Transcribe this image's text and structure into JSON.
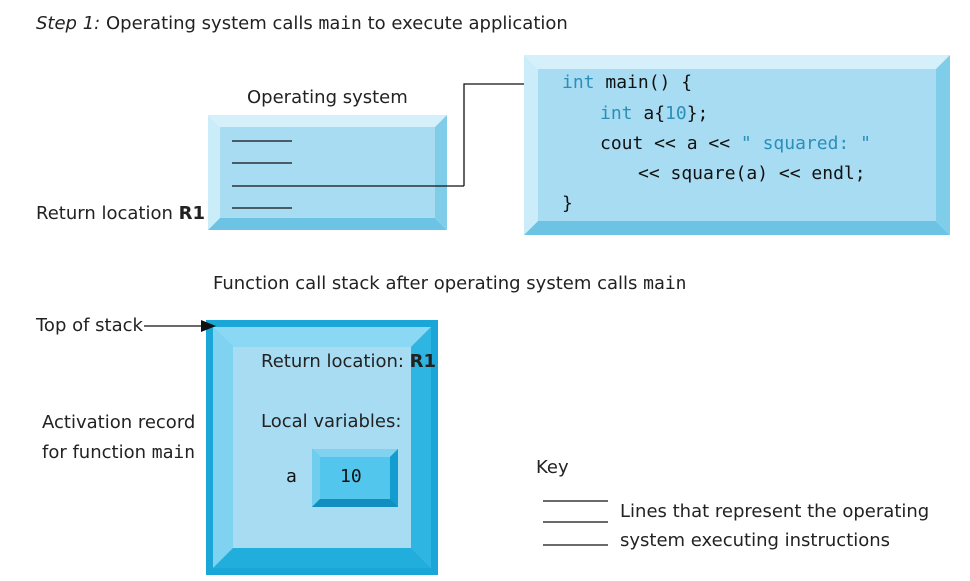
{
  "step": {
    "prefix": "Step 1:",
    "text_before": "Operating system calls",
    "code": "main",
    "text_after": "to execute application"
  },
  "os_box": {
    "title": "Operating system",
    "return_label": "Return location",
    "return_value": "R1"
  },
  "code_box": {
    "lines": [
      {
        "kw": "int",
        "rest": " main() {"
      },
      {
        "kw": "int",
        "rest": " a{",
        "num": "10",
        "end": "};"
      },
      {
        "plain": "cout << a << ",
        "str": "\" squared: \""
      },
      {
        "plain": "<< square(a) << endl;"
      },
      {
        "plain": "}"
      }
    ]
  },
  "stack": {
    "caption_text": "Function call stack after operating system calls",
    "caption_code": "main",
    "top_label": "Top of stack",
    "activation_line1": "Activation record",
    "activation_line2_text": "for function",
    "activation_line2_code": "main",
    "return_label": "Return location:",
    "return_value": "R1",
    "locals_label": "Local variables:",
    "var_name": "a",
    "var_value": "10"
  },
  "key": {
    "title": "Key",
    "line1": "Lines that represent the operating",
    "line2": "system executing instructions"
  },
  "colors": {
    "box_light": "#a8dcf3",
    "box_mid": "#53c6ee",
    "box_dark": "#1ba6d8",
    "code_blue": "#2c8fb8"
  }
}
